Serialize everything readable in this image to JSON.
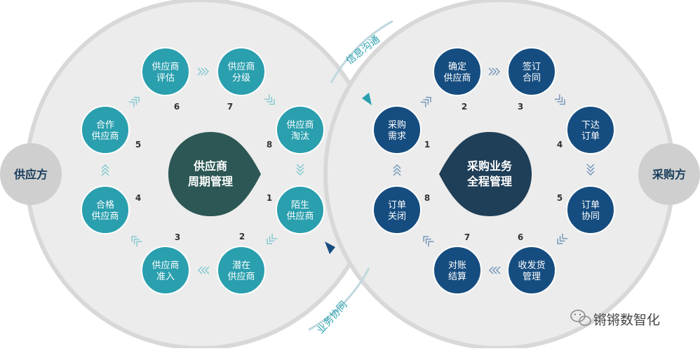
{
  "left_cycle": {
    "title": [
      "供应商",
      "周期管理"
    ],
    "nodes": [
      {
        "num": "1",
        "lines": [
          "陌生",
          "供应商"
        ]
      },
      {
        "num": "2",
        "lines": [
          "潜在",
          "供应商"
        ]
      },
      {
        "num": "3",
        "lines": [
          "供应商",
          "准入"
        ]
      },
      {
        "num": "4",
        "lines": [
          "合格",
          "供应商"
        ]
      },
      {
        "num": "5",
        "lines": [
          "合作",
          "供应商"
        ]
      },
      {
        "num": "6",
        "lines": [
          "供应商",
          "评估"
        ]
      },
      {
        "num": "7",
        "lines": [
          "供应商",
          "分级"
        ]
      },
      {
        "num": "8",
        "lines": [
          "供应商",
          "淘汰"
        ]
      }
    ]
  },
  "right_cycle": {
    "title": [
      "采购业务",
      "全程管理"
    ],
    "nodes": [
      {
        "num": "1",
        "lines": [
          "采购",
          "需求"
        ]
      },
      {
        "num": "2",
        "lines": [
          "确定",
          "供应商"
        ]
      },
      {
        "num": "3",
        "lines": [
          "签订",
          "合同"
        ]
      },
      {
        "num": "4",
        "lines": [
          "下达",
          "订单"
        ]
      },
      {
        "num": "5",
        "lines": [
          "订单",
          "协同"
        ]
      },
      {
        "num": "6",
        "lines": [
          "收发货",
          "管理"
        ]
      },
      {
        "num": "7",
        "lines": [
          "对账",
          "结算"
        ]
      },
      {
        "num": "8",
        "lines": [
          "订单",
          "关闭"
        ]
      }
    ]
  },
  "side_labels": {
    "left": "供应方",
    "right": "采购方"
  },
  "ribbons": {
    "top": "信息沟通",
    "bottom": "业务协同"
  },
  "watermark": "锵锵数智化",
  "colors": {
    "left_node": "#2a9fae",
    "right_node": "#164d80",
    "left_title": "#2c5754",
    "right_title": "#1f3e57",
    "lobe": "#ececec",
    "ring": "#d8d8d8",
    "side_circle": "#cfcfcf",
    "left_chevron": "#7ec8cf",
    "right_chevron": "#6f93b8",
    "ribbon_text": "#2a9fae"
  }
}
